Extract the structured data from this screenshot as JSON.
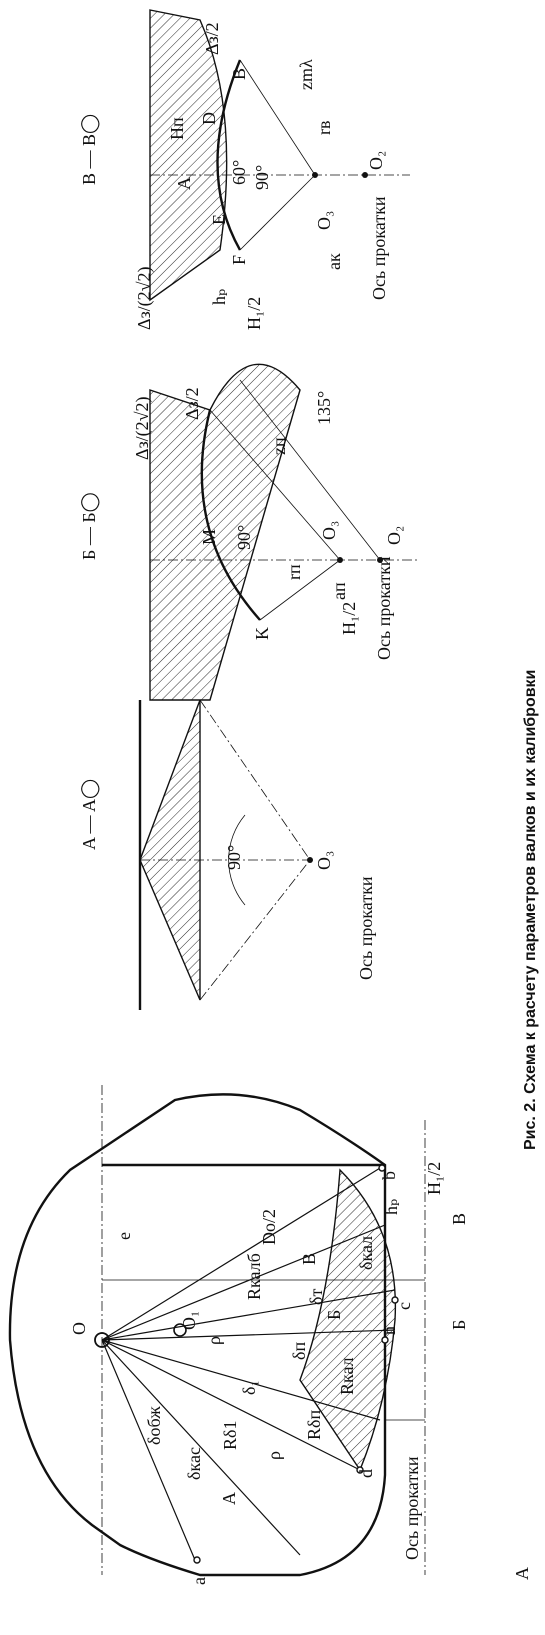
{
  "caption": "Рис. 2. Схема к расчету параметров валков и их калибровки",
  "views": {
    "main": {
      "labels": {
        "O": "O",
        "O1": "O₁",
        "e": "e",
        "D0_2": "Do/2",
        "H1_2": "H₁/2",
        "hp": "hₚ",
        "delta_obzh": "δобж",
        "delta_kas": "δкас",
        "R_delta1": "Rδ1",
        "A_mark": "A",
        "rho1": "ρ",
        "rho2": "ρ",
        "delta1": "δ₁",
        "delta_p": "δп",
        "delta_t": "δт",
        "R_kalb": "Rкалб",
        "R_kal": "Rкал",
        "R_deltap": "Rδп",
        "delta_kal": "δкал",
        "V_mark": "B",
        "B_mark": "Б",
        "pt_a": "a",
        "pt_b": "b",
        "pt_c": "c",
        "pt_d": "d",
        "pt_n": "n",
        "axis": "Ось прокатки",
        "sec_A": "A",
        "sec_B": "Б",
        "sec_V": "B"
      }
    },
    "section_AA": {
      "title": "A — A◯",
      "labels": {
        "angle": "90°",
        "O3": "O₃",
        "axis": "Ось прокатки"
      }
    },
    "section_BB": {
      "title": "Б — Б◯",
      "labels": {
        "delta_r2": "Δз/(2√2)",
        "delta_2": "Δз/2",
        "zp": "zп",
        "angle135": "135°",
        "M": "M",
        "angle90": "90°",
        "rp": "rп",
        "O3": "O₃",
        "O2": "O₂",
        "K": "K",
        "H1_2": "H₁/2",
        "ap": "aп",
        "axis": "Ось прокатки"
      }
    },
    "section_VV": {
      "title": "B — B◯",
      "labels": {
        "delta_2": "Δз/2",
        "B": "B",
        "zml": "zmλ",
        "hn": "Hп",
        "D": "D",
        "rv": "rв",
        "A": "A",
        "angle60": "60°",
        "angle90": "90°",
        "O2": "O₂",
        "E": "E",
        "O3": "O₃",
        "F": "F",
        "ak": "aк",
        "axis": "Ось прокатки",
        "delta_r2": "Δз/(2√2)",
        "hp": "hₚ",
        "H1_2": "H₁/2"
      }
    }
  }
}
